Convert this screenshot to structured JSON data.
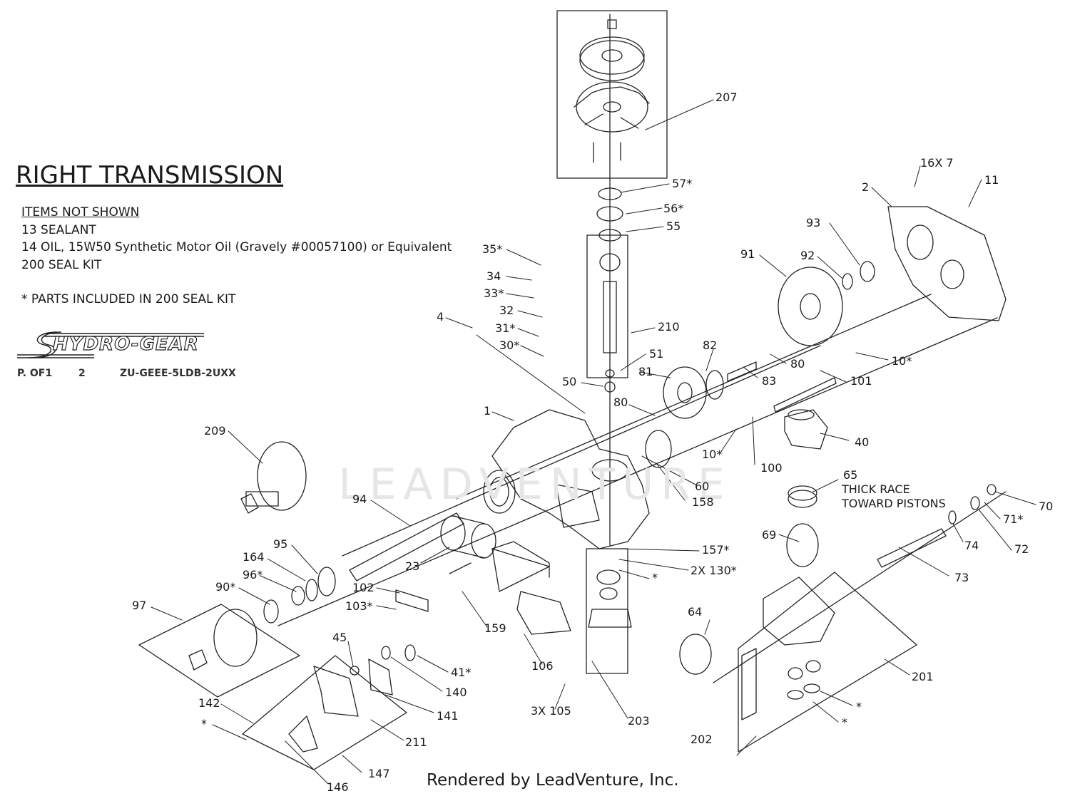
{
  "diagram": {
    "title": "RIGHT TRANSMISSION",
    "notes_header": "ITEMS NOT SHOWN",
    "notes": [
      "13 SEALANT",
      "14 OIL, 15W50 Synthetic Motor Oil (Gravely #00057100) or Equivalent",
      "200 SEAL KIT"
    ],
    "seal_kit_note": "* PARTS INCLUDED IN 200 SEAL KIT",
    "logo_text": "HYDRO-GEAR",
    "page_label": "P. OF1",
    "page_num": "2",
    "model_code": "ZU-GEEE-5LDB-2UXX",
    "watermark": "LEADVENTURE",
    "footer": "Rendered by LeadVenture, Inc.",
    "callouts": [
      "207",
      "57*",
      "56*",
      "55",
      "210",
      "51",
      "50",
      "35*",
      "34",
      "33*",
      "32",
      "31*",
      "30*",
      "4",
      "1",
      "209",
      "94",
      "95",
      "164",
      "96*",
      "90*",
      "97",
      "23",
      "102",
      "103*",
      "159",
      "106",
      "3X 105",
      "45",
      "140",
      "41*",
      "141",
      "142",
      "*",
      "146",
      "147",
      "211",
      "203",
      "157*",
      "2X 130*",
      "*",
      "64",
      "202",
      "201",
      "*",
      "*",
      "69",
      "65",
      "THICK RACE",
      "TOWARD PISTONS",
      "40",
      "73",
      "74",
      "72",
      "71*",
      "70",
      "100",
      "10*",
      "60",
      "158",
      "80",
      "81",
      "82",
      "83",
      "80",
      "101",
      "10*",
      "91",
      "92",
      "93",
      "2",
      "16X 7",
      "11"
    ]
  }
}
